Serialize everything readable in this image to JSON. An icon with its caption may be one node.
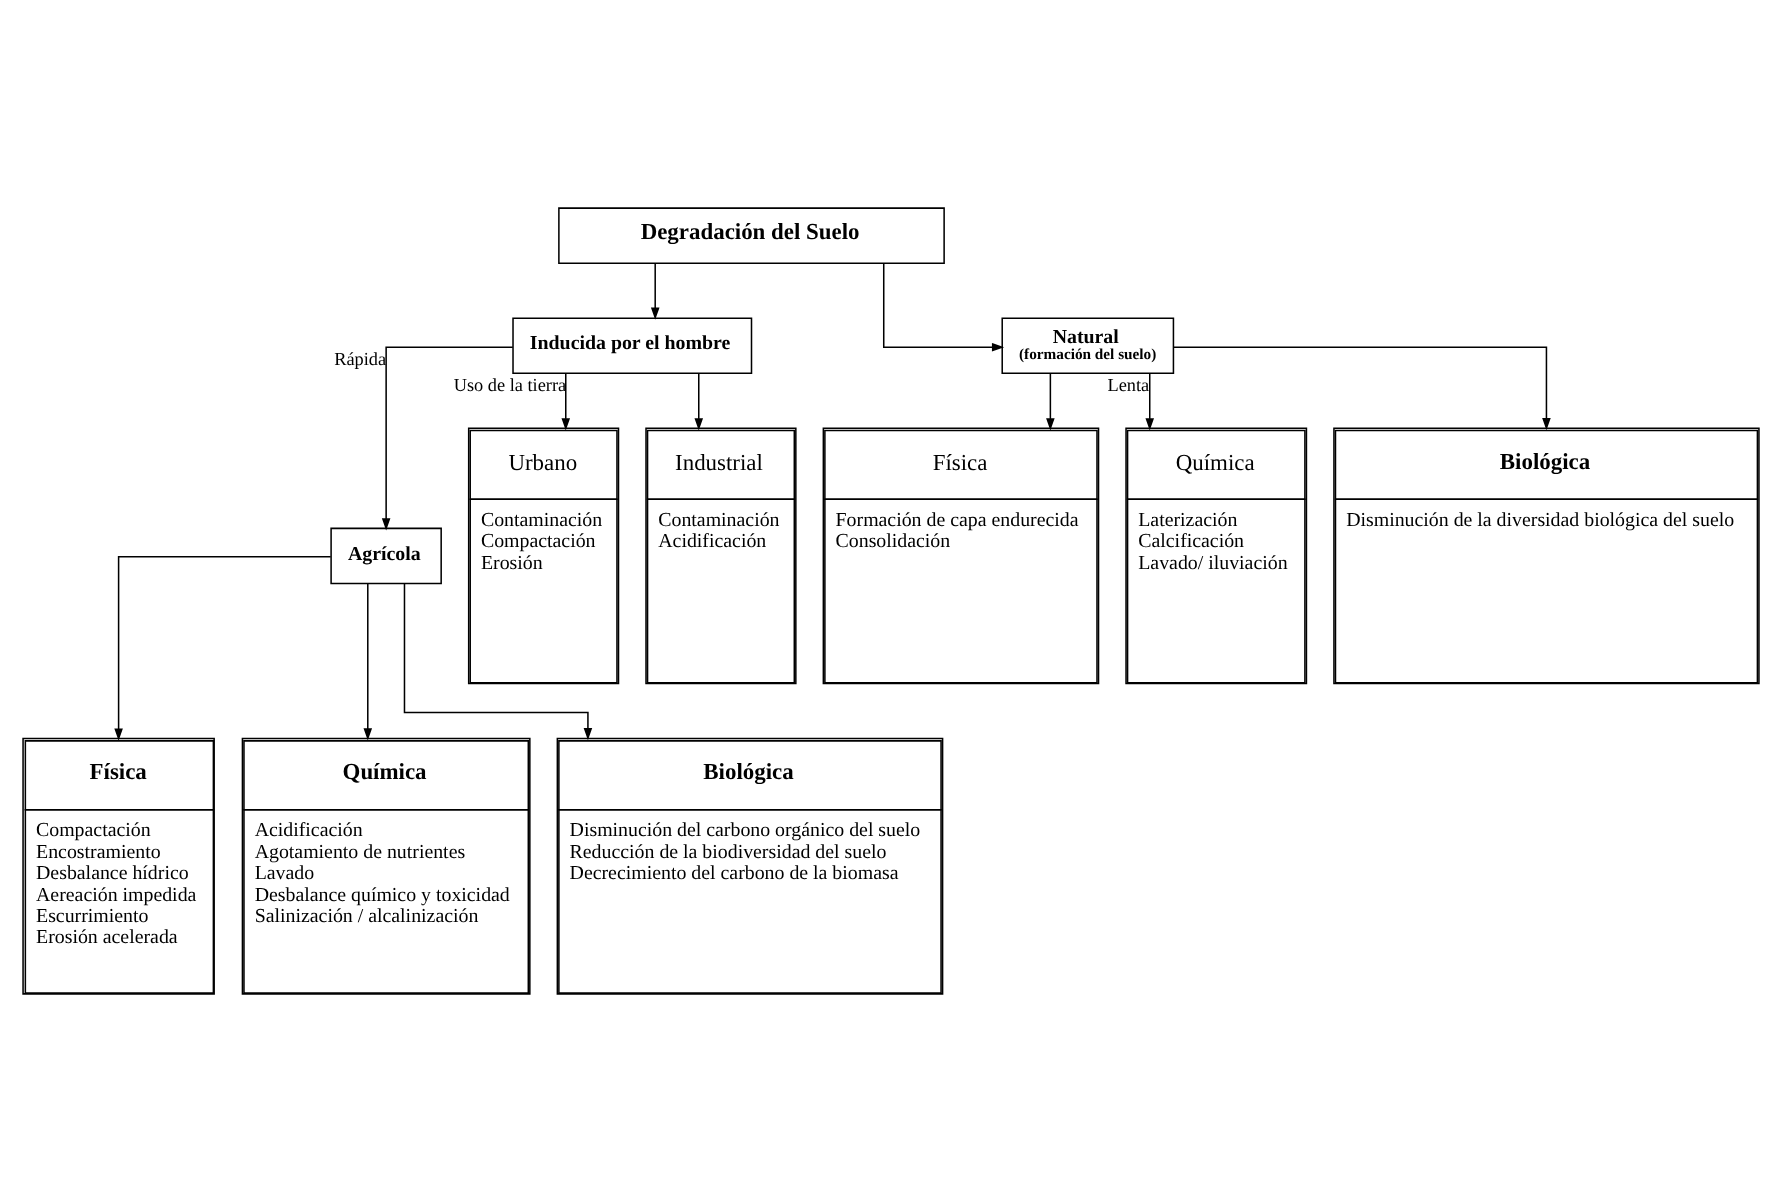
{
  "diagram": {
    "nodes": [
      {
        "text": [
          "Degradación del Suelo"
        ]
      },
      {
        "text": [
          "Inducida por el hombre"
        ]
      },
      {
        "text": [
          "Natural",
          "(formación del suelo)"
        ]
      },
      {
        "text": [
          "Agrícola"
        ]
      },
      {
        "text": [
          "Urbano",
          "Contaminación",
          "Compactación",
          "Erosión"
        ]
      },
      {
        "text": [
          "Industrial",
          "Contaminación",
          "Acidificación"
        ]
      },
      {
        "text": [
          "Física",
          "Compactación",
          "Encostramiento",
          "Desbalance hídrico",
          "Aereación impedida",
          "Escurrimiento",
          "Erosión acelerada"
        ]
      },
      {
        "text": [
          "Química",
          "Acidificación",
          "Agotamiento de nutrientes",
          "Lavado",
          "Desbalance químico y toxicidad",
          "Salinización / alcalinización"
        ]
      },
      {
        "text": [
          "Biológica",
          "Disminución del carbono orgánico del suelo",
          "Reducción de la biodiversidad del suelo",
          "Decrecimiento del carbono de la biomasa"
        ]
      },
      {
        "text": [
          "Física",
          "Formación de capa endurecida",
          "Consolidación"
        ]
      },
      {
        "text": [
          "Química",
          "Laterización",
          "Calcificación",
          "Lavado/ iluviación"
        ]
      },
      {
        "text": [
          "Biológica",
          "Disminución de la diversidad biológica del suelo"
        ]
      }
    ],
    "edges": [
      {
        "from": 0,
        "to": 1,
        "arrow": "to"
      },
      {
        "from": 0,
        "to": 2,
        "arrow": "to"
      },
      {
        "from": 1,
        "to": 3,
        "arrow": "to",
        "label": "Rápida"
      },
      {
        "from": 1,
        "to": 4,
        "arrow": "to",
        "label": "Uso de la tierra"
      },
      {
        "from": 1,
        "to": 5,
        "arrow": "to"
      },
      {
        "from": 2,
        "to": 9,
        "arrow": "to"
      },
      {
        "from": 2,
        "to": 10,
        "arrow": "to",
        "label": "Lenta"
      },
      {
        "from": 2,
        "to": 11,
        "arrow": "to"
      },
      {
        "from": 3,
        "to": 6,
        "arrow": "to"
      },
      {
        "from": 3,
        "to": 7,
        "arrow": "to"
      },
      {
        "from": 3,
        "to": 8,
        "arrow": "to"
      }
    ]
  }
}
